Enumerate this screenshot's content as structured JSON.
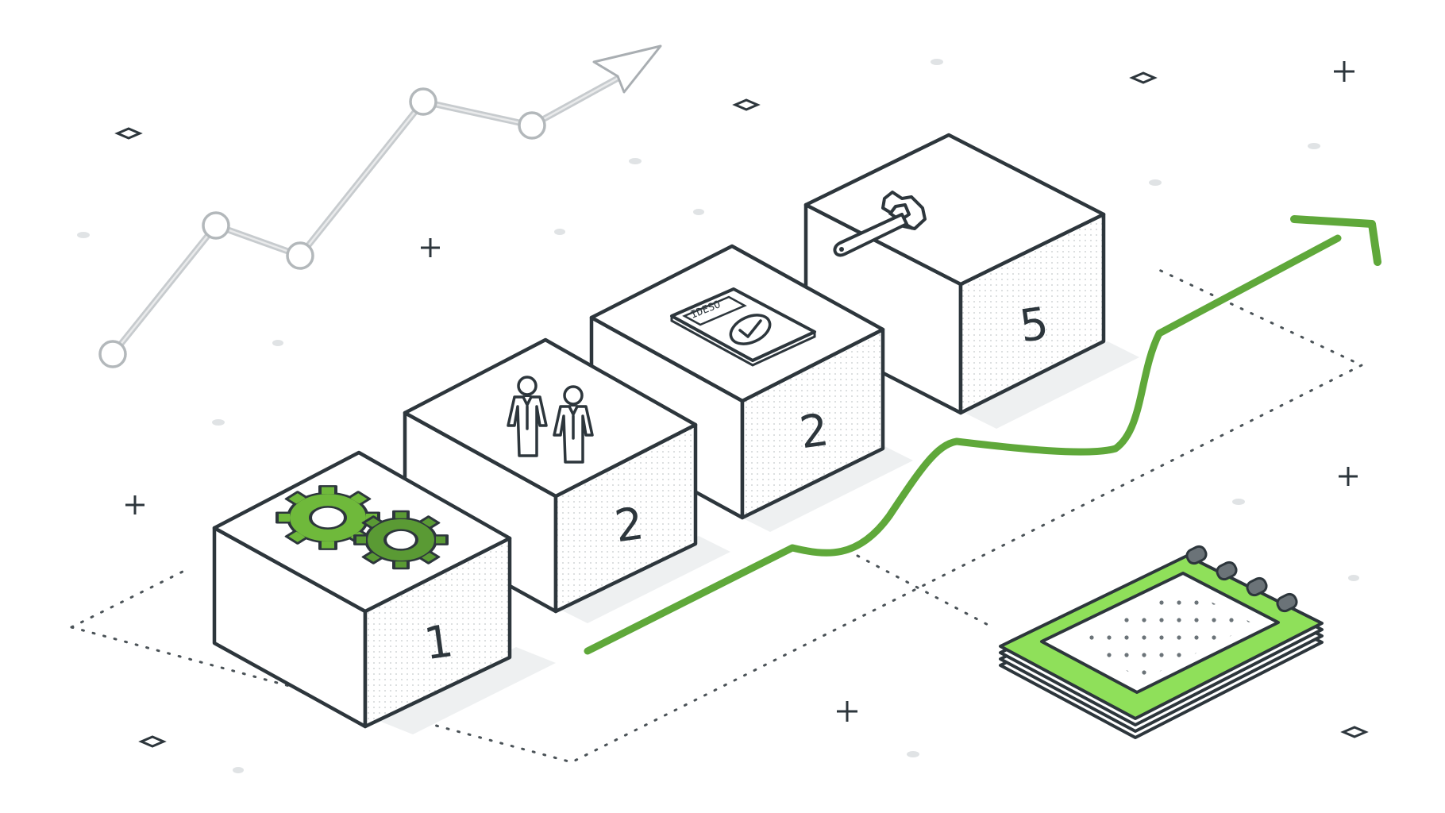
{
  "colors": {
    "ink": "#2d363c",
    "accent_green": "#5fa83a",
    "bright_green": "#8fe05a",
    "grey_line": "#c7cbce"
  },
  "steps": [
    {
      "number": "1",
      "icon": "gears-icon"
    },
    {
      "number": "2",
      "icon": "people-icon"
    },
    {
      "number": "2",
      "icon": "document-check-icon"
    },
    {
      "number": "5",
      "icon": "wrench-icon"
    }
  ],
  "document_label": "IDESO",
  "icons": [
    "trend-arrow-icon",
    "growth-arrow-icon",
    "calendar-icon"
  ]
}
